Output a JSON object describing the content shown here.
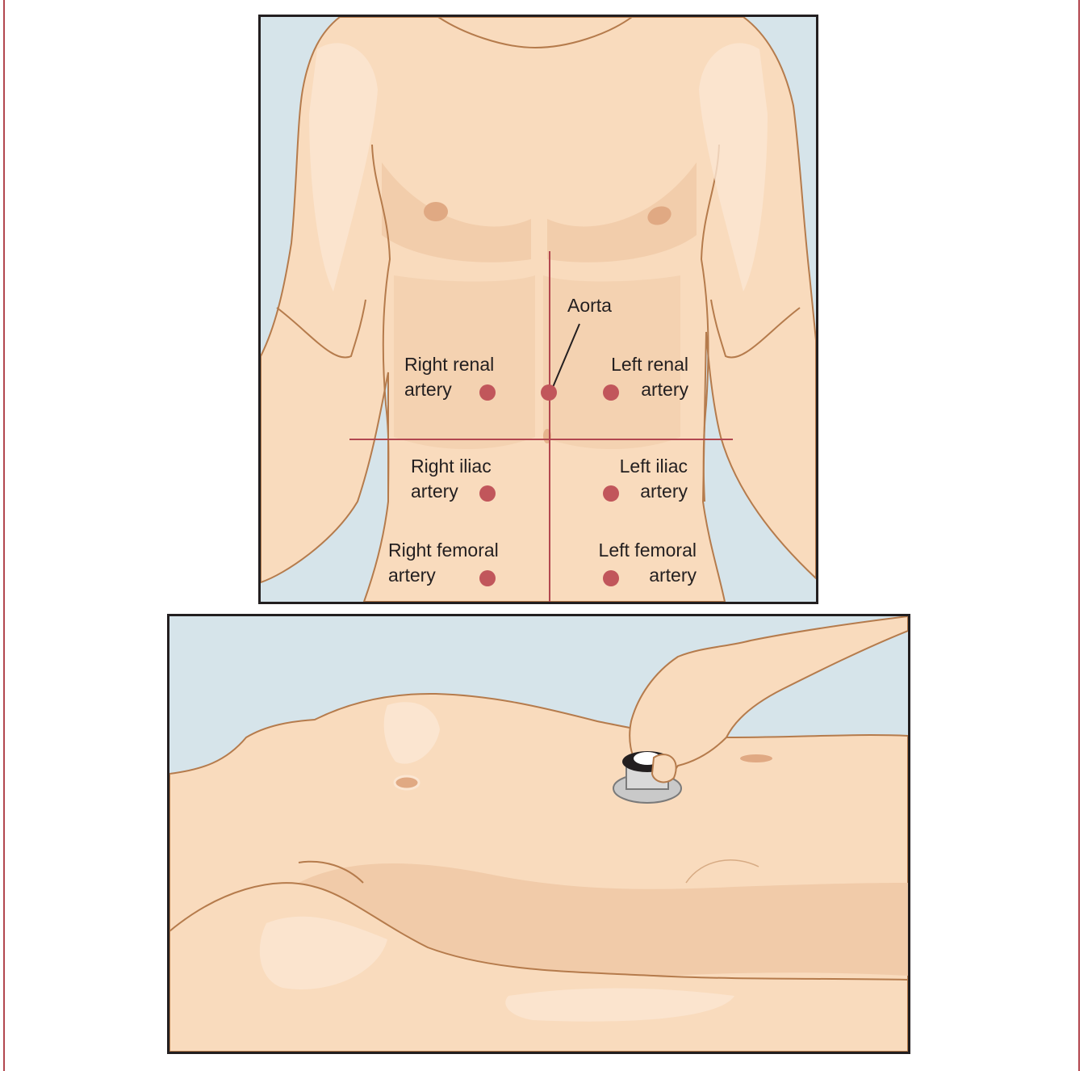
{
  "figure": {
    "labels": {
      "aorta": "Aorta",
      "right_renal": [
        "Right renal",
        "artery"
      ],
      "left_renal": [
        "Left renal",
        "artery"
      ],
      "right_iliac": [
        "Right iliac",
        "artery"
      ],
      "left_iliac": [
        "Left iliac",
        "artery"
      ],
      "right_femoral": [
        "Right femoral",
        "artery"
      ],
      "left_femoral": [
        "Left femoral",
        "artery"
      ]
    },
    "colors": {
      "skin": "#f9dbbd",
      "skin_shadow": "#f0c9a6",
      "skin_highlight": "#fbe6d2",
      "outline": "#b57b4c",
      "background": "#d6e4ea",
      "marker": "#c1565b",
      "guide_line": "#b2474f",
      "border": "#231f20",
      "nipple": "#e0a983"
    },
    "icons": [
      "stethoscope-icon",
      "hand-icon"
    ]
  }
}
